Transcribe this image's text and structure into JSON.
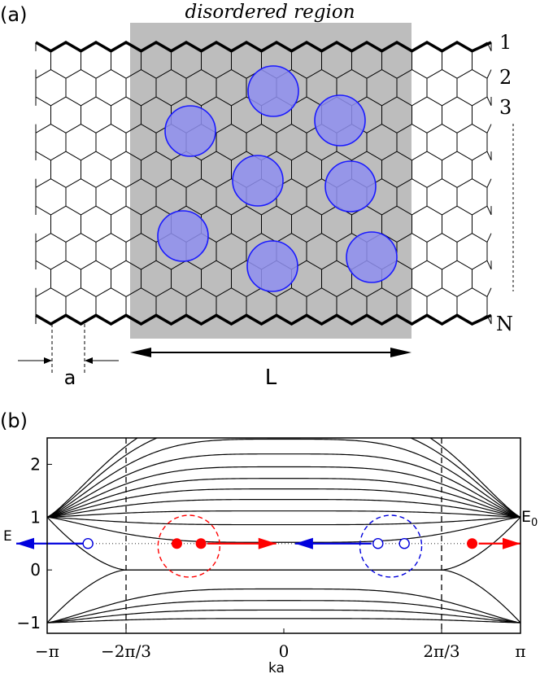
{
  "panel_a": {
    "label": "(a)",
    "region_title": "disordered region",
    "row_labels": [
      "1",
      "2",
      "3",
      "N"
    ],
    "width_label": "a",
    "length_label": "L",
    "colors": {
      "region_fill": "#bdbdbd",
      "disorder_fill": "#8f8ff0",
      "disorder_stroke": "#1a1aff"
    },
    "disorder_count": 8
  },
  "panel_b": {
    "label": "(b)",
    "energy_label": "E",
    "fermi_label": "E",
    "fermi_subscript": "0",
    "colors": {
      "right_mover": "#ff0000",
      "left_mover": "#0000dd",
      "bands": "#000000"
    }
  },
  "chart_data": {
    "type": "line",
    "title": "",
    "xlabel": "ka",
    "ylabel": "E",
    "xlim": [
      -3.14159,
      3.14159
    ],
    "ylim": [
      -1.2,
      2.5
    ],
    "x_ticks": [
      {
        "value": -3.14159,
        "label": "−π"
      },
      {
        "value": -2.0944,
        "label": "−2π/3"
      },
      {
        "value": 0,
        "label": "0"
      },
      {
        "value": 2.0944,
        "label": "2π/3"
      },
      {
        "value": 3.14159,
        "label": "π"
      }
    ],
    "y_ticks": [
      {
        "value": -1,
        "label": "−1"
      },
      {
        "value": 0,
        "label": "0"
      },
      {
        "value": 1,
        "label": "1"
      },
      {
        "value": 2,
        "label": "2"
      }
    ],
    "vlines": [
      -2.0944,
      2.0944
    ],
    "fermi_energy": 0.5,
    "right_movers_k": [
      -1.42,
      -1.1,
      2.5
    ],
    "left_movers_k": [
      -2.6,
      1.25,
      1.6
    ],
    "valley_circles": [
      {
        "k": -1.26,
        "E": 0.45,
        "color": "red"
      },
      {
        "k": 1.42,
        "E": 0.45,
        "color": "blue"
      }
    ],
    "bands_upper_bottom": [
      0.0,
      0.36,
      0.58,
      0.76,
      0.92,
      1.08,
      1.25,
      1.45,
      1.68,
      1.95,
      2.25,
      2.5
    ],
    "bands_lower_top": [
      0.0,
      -0.36,
      -0.58,
      -0.76,
      -0.92
    ],
    "grid": false
  }
}
